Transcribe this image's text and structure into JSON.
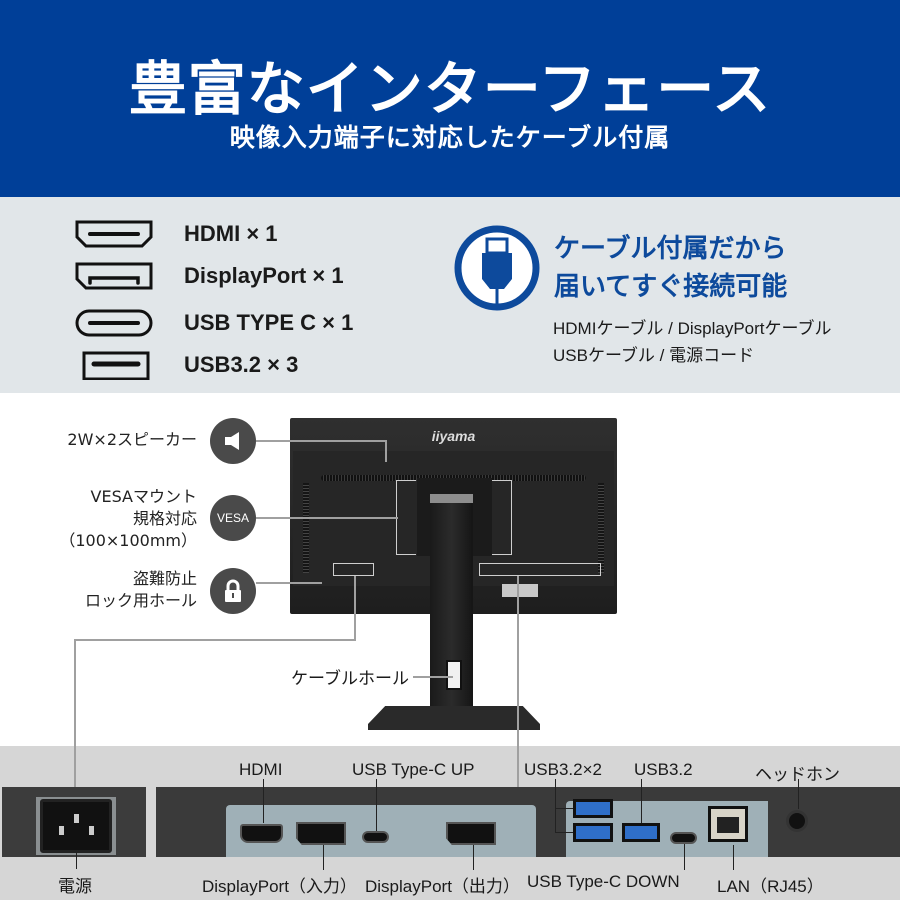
{
  "header": {
    "title": "豊富なインターフェース",
    "subtitle": "映像入力端子に対応したケーブル付属"
  },
  "interfaces": [
    {
      "icon": "hdmi-port-icon",
      "label": "HDMI × 1"
    },
    {
      "icon": "displayport-icon",
      "label": "DisplayPort × 1"
    },
    {
      "icon": "usb-type-c-icon",
      "label": "USB TYPE C × 1"
    },
    {
      "icon": "usb-a-icon",
      "label": "USB3.2 × 3"
    }
  ],
  "cables": {
    "icon": "cable-plug-icon",
    "headline_line1": "ケーブル付属だから",
    "headline_line2": "届いてすぐ接続可能",
    "list_line1": "HDMIケーブル / DisplayPortケーブル",
    "list_line2": "USBケーブル / 電源コード",
    "accent_color": "#0d4a9c"
  },
  "features": [
    {
      "icon": "speaker-icon",
      "lines": [
        "2W×2スピーカー"
      ]
    },
    {
      "icon": "vesa-icon",
      "icon_text": "VESA",
      "lines": [
        "VESAマウント",
        "規格対応",
        "（100×100mm）"
      ]
    },
    {
      "icon": "lock-icon",
      "lines": [
        "盗難防止",
        "ロック用ホール"
      ]
    }
  ],
  "monitor": {
    "brand": "iiyama",
    "cable_hole_label": "ケーブルホール"
  },
  "ports": {
    "power": "電源",
    "hdmi": "HDMI",
    "usbc_up": "USB Type-C UP",
    "dp_in": "DisplayPort（入力）",
    "dp_out": "DisplayPort（出力）",
    "usb32x2": "USB3.2×2",
    "usb32": "USB3.2",
    "usbc_down": "USB Type-C DOWN",
    "lan": "LAN（RJ45）",
    "headphone": "ヘッドホン"
  },
  "colors": {
    "header_bg": "#003f98",
    "panel_bg": "#e1e6e9",
    "strip_bg": "#d6d6d6"
  }
}
